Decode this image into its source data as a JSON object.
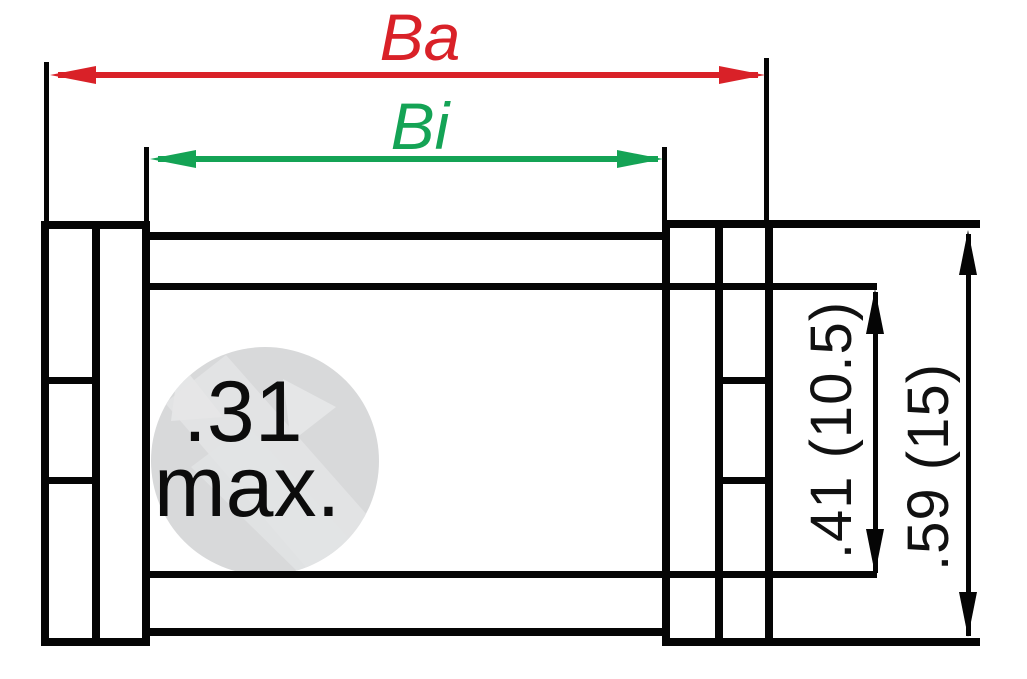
{
  "drawing": {
    "kind": "cross-section dimension drawing",
    "labels": {
      "outer_width": "Ba",
      "inner_width": "Bi",
      "note_line1": ".31",
      "note_line2": "max.",
      "inner_height": ".41 (10.5)",
      "outer_height": ".59 (15)"
    },
    "colors": {
      "outer_width_arrow": "#d92128",
      "inner_width_arrow": "#14a355",
      "line": "#050505",
      "watermark_circle": "#d8d9da",
      "watermark_shape": "#e5e6e7",
      "background": "#ffffff"
    }
  }
}
